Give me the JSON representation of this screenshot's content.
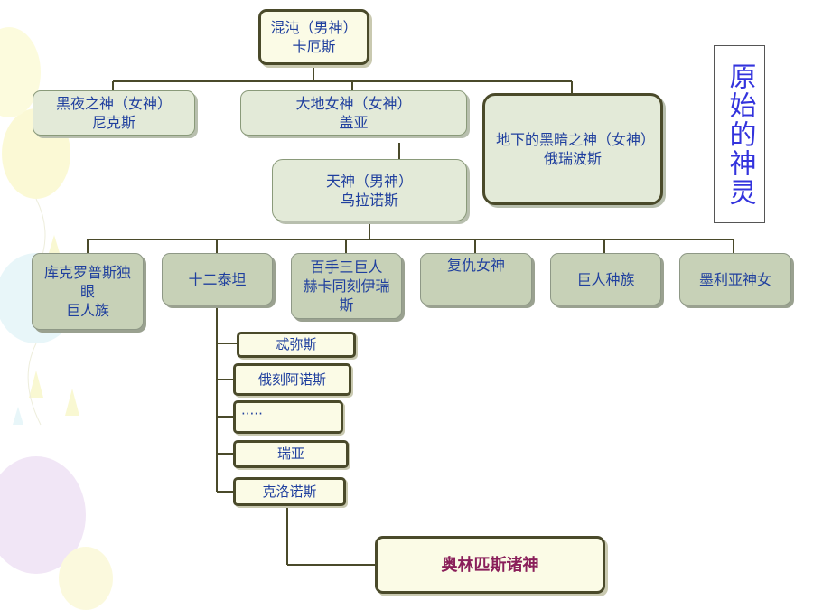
{
  "title": "原始的神灵",
  "root": {
    "line1": "混沌（男神）",
    "line2": "卡厄斯"
  },
  "level1": [
    {
      "line1": "黑夜之神（女神）",
      "line2": "尼克斯"
    },
    {
      "line1": "大地女神（女神）",
      "line2": "盖亚"
    },
    {
      "line1": "地下的黑暗之神（女神）",
      "line2": "俄瑞波斯"
    }
  ],
  "sky": {
    "line1": "天神（男神）",
    "line2": "乌拉诺斯"
  },
  "children": [
    {
      "label": "库克罗普斯独\n眼\n巨人族"
    },
    {
      "label": "十二泰坦"
    },
    {
      "label": "百手三巨人\n赫卡同刻伊瑞\n斯"
    },
    {
      "label": "复仇女神"
    },
    {
      "label": "巨人种族"
    },
    {
      "label": "墨利亚神女"
    }
  ],
  "titans": [
    "忒弥斯",
    "俄刻阿诺斯",
    "·····",
    "瑞亚",
    "克洛诺斯"
  ],
  "olympians": "奥林匹斯诸神"
}
